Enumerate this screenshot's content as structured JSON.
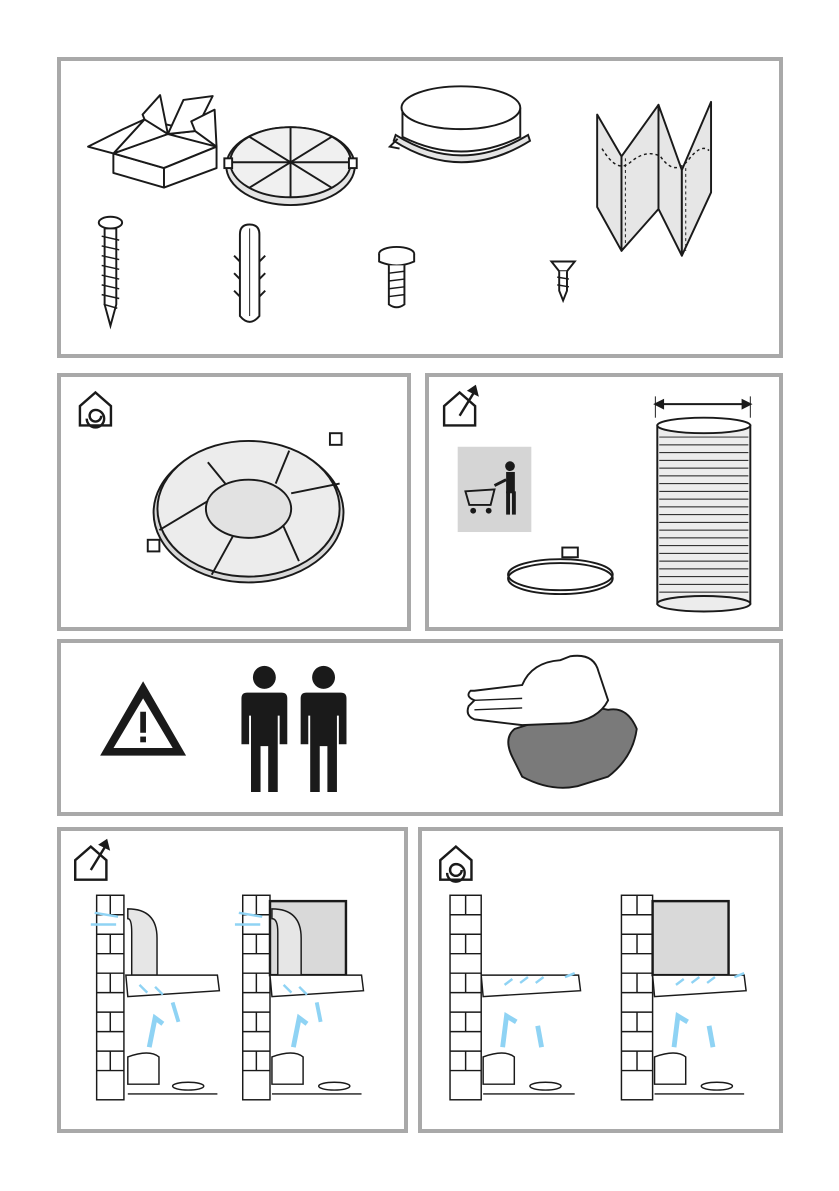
{
  "document": {
    "type": "installation-pictograms",
    "panels": [
      {
        "id": "accessories",
        "items": [
          "cardboard-box",
          "carbon-filter-disc",
          "round-collar",
          "grease-filter",
          "long-screw",
          "wall-plug",
          "bolt-screw",
          "small-screw"
        ]
      },
      {
        "id": "recirculation-filter",
        "mode_icon": "recirculation-icon"
      },
      {
        "id": "extraction-kit",
        "mode_icon": "extraction-icon",
        "items": [
          "shopping-trolley-person",
          "hose-clamp",
          "flexible-duct"
        ]
      },
      {
        "id": "safety",
        "items": [
          "warning-triangle",
          "two-persons",
          "protective-gloves"
        ]
      },
      {
        "id": "extraction-mode",
        "mode_icon": "extraction-icon",
        "variants": 2
      },
      {
        "id": "recirculation-mode",
        "mode_icon": "recirculation-icon",
        "variants": 2
      }
    ],
    "colors": {
      "frame": "#a9a9a9",
      "line": "#1a1a1a",
      "fill_grey": "#d9d9d9",
      "airflow": "#8fd3f4",
      "glove_dark": "#7a7a7a"
    }
  }
}
